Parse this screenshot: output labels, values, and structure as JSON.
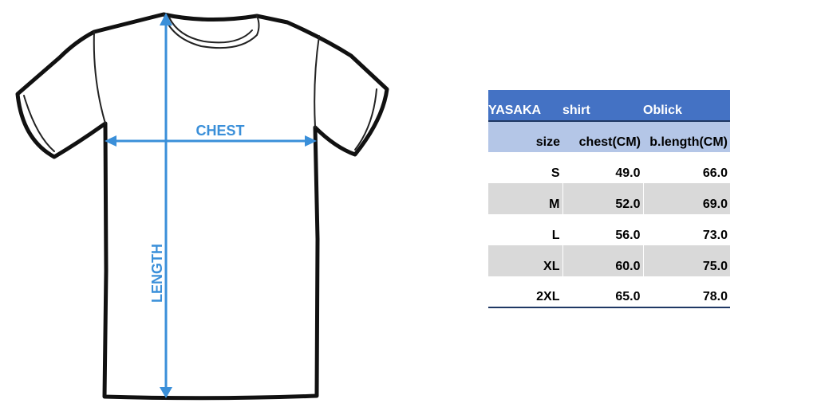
{
  "diagram": {
    "chest_label": "CHEST",
    "length_label": "LENGTH",
    "accent_color": "#3a8fd9"
  },
  "table": {
    "title": [
      "YASAKA",
      "shirt",
      "Oblick"
    ],
    "headers": [
      "size",
      "chest(CM)",
      "b.length(CM)"
    ],
    "rows": [
      [
        "S",
        "49.0",
        "66.0"
      ],
      [
        "M",
        "52.0",
        "69.0"
      ],
      [
        "L",
        "56.0",
        "73.0"
      ],
      [
        "XL",
        "60.0",
        "75.0"
      ],
      [
        "2XL",
        "65.0",
        "78.0"
      ]
    ],
    "title_color": "#4472c4",
    "header_color": "#b4c6e7"
  }
}
